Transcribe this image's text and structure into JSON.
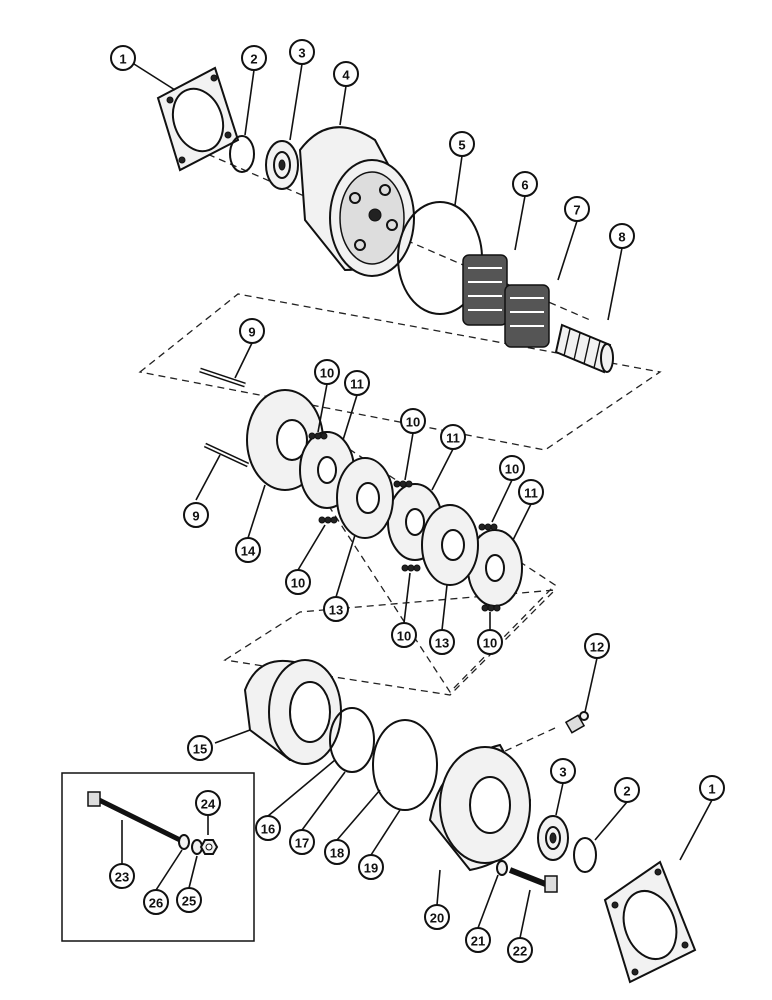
{
  "diagram": {
    "callouts": [
      {
        "id": "c1a",
        "label": "1"
      },
      {
        "id": "c2a",
        "label": "2"
      },
      {
        "id": "c3a",
        "label": "3"
      },
      {
        "id": "c4",
        "label": "4"
      },
      {
        "id": "c5",
        "label": "5"
      },
      {
        "id": "c6",
        "label": "6"
      },
      {
        "id": "c7",
        "label": "7"
      },
      {
        "id": "c8",
        "label": "8"
      },
      {
        "id": "c9a",
        "label": "9"
      },
      {
        "id": "c9b",
        "label": "9"
      },
      {
        "id": "c10a",
        "label": "10"
      },
      {
        "id": "c10b",
        "label": "10"
      },
      {
        "id": "c10c",
        "label": "10"
      },
      {
        "id": "c10d",
        "label": "10"
      },
      {
        "id": "c10e",
        "label": "10"
      },
      {
        "id": "c10f",
        "label": "10"
      },
      {
        "id": "c11a",
        "label": "11"
      },
      {
        "id": "c11b",
        "label": "11"
      },
      {
        "id": "c11c",
        "label": "11"
      },
      {
        "id": "c12",
        "label": "12"
      },
      {
        "id": "c13a",
        "label": "13"
      },
      {
        "id": "c13b",
        "label": "13"
      },
      {
        "id": "c14",
        "label": "14"
      },
      {
        "id": "c15",
        "label": "15"
      },
      {
        "id": "c16",
        "label": "16"
      },
      {
        "id": "c17",
        "label": "17"
      },
      {
        "id": "c18",
        "label": "18"
      },
      {
        "id": "c19",
        "label": "19"
      },
      {
        "id": "c20",
        "label": "20"
      },
      {
        "id": "c21",
        "label": "21"
      },
      {
        "id": "c22",
        "label": "22"
      },
      {
        "id": "c23",
        "label": "23"
      },
      {
        "id": "c24",
        "label": "24"
      },
      {
        "id": "c25",
        "label": "25"
      },
      {
        "id": "c26",
        "label": "26"
      },
      {
        "id": "c3b",
        "label": "3"
      },
      {
        "id": "c2b",
        "label": "2"
      },
      {
        "id": "c1b",
        "label": "1"
      }
    ]
  }
}
